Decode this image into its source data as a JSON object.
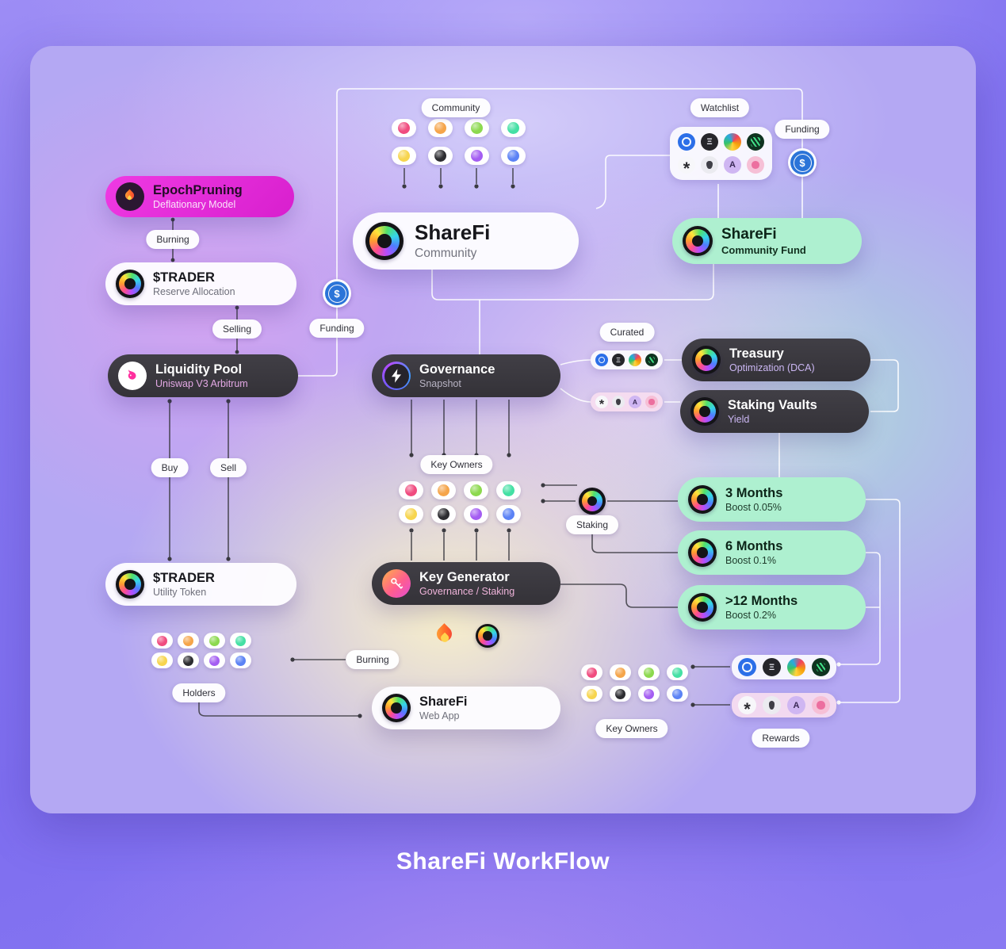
{
  "title": "ShareFi WorkFlow",
  "colors": {
    "background_purple": "#8576f1",
    "panel_lavender": "#b4a8f3",
    "node_dark": "#3b3a40",
    "node_mint": "#aef0d0",
    "node_white": "#fdfcff",
    "node_magenta": "#e72fd7",
    "usdc_blue": "#2b74d8",
    "line_light": "#ffffff",
    "line_dark": "#3a3a40"
  },
  "nodes": {
    "epoch_pruning": {
      "title": "EpochPruning",
      "subtitle": "Deflationary Model"
    },
    "trader_reserve": {
      "title": "$TRADER",
      "subtitle": "Reserve Allocation"
    },
    "liquidity_pool": {
      "title": "Liquidity Pool",
      "subtitle": "Uniswap V3 Arbitrum"
    },
    "trader_utility": {
      "title": "$TRADER",
      "subtitle": "Utility Token"
    },
    "sharefi_community": {
      "title": "ShareFi",
      "subtitle": "Community"
    },
    "community_fund": {
      "title": "ShareFi",
      "subtitle": "Community Fund"
    },
    "governance": {
      "title": "Governance",
      "subtitle": "Snapshot"
    },
    "treasury": {
      "title": "Treasury",
      "subtitle": "Optimization (DCA)"
    },
    "staking_vaults": {
      "title": "Staking Vaults",
      "subtitle": "Yield"
    },
    "months_3": {
      "title": "3 Months",
      "subtitle": "Boost 0.05%"
    },
    "months_6": {
      "title": "6 Months",
      "subtitle": "Boost 0.1%"
    },
    "months_12": {
      "title": ">12 Months",
      "subtitle": "Boost 0.2%"
    },
    "key_generator": {
      "title": "Key Generator",
      "subtitle": "Governance / Staking"
    },
    "web_app": {
      "title": "ShareFi",
      "subtitle": "Web App"
    }
  },
  "labels": {
    "community": "Community",
    "watchlist": "Watchlist",
    "funding_top": "Funding",
    "burning_top": "Burning",
    "selling": "Selling",
    "funding_left": "Funding",
    "curated": "Curated",
    "buy": "Buy",
    "sell": "Sell",
    "key_owners_top": "Key Owners",
    "staking": "Staking",
    "burning_bottom": "Burning",
    "holders": "Holders",
    "key_owners_bottom": "Key Owners",
    "rewards": "Rewards"
  },
  "icons": {
    "usdc_symbol": "$"
  },
  "avatar_colors": {
    "row1": [
      "#f04c7f",
      "#f5a54a",
      "#8cd94e",
      "#44e0a4"
    ],
    "row2": [
      "#f7d54e",
      "#2c2c30",
      "#a45df2",
      "#5b82f5"
    ]
  },
  "token_sets": {
    "row1": [
      {
        "name": "token-blue-ring-icon",
        "kind": "ring",
        "bg": "#2c6fe8"
      },
      {
        "name": "token-eth-dark-icon",
        "kind": "letter",
        "glyph": "Ξ",
        "bg": "#26262b",
        "fg": "#e8e8ef"
      },
      {
        "name": "token-color-pie-icon",
        "kind": "pie",
        "bg": "conic-gradient(from 40deg,#f2415e,#f59e0b,#ffd23b,#35c26a,#2aa9e0,#f2415e)"
      },
      {
        "name": "token-green-stripes-icon",
        "kind": "stripes",
        "bg": "#0f3320"
      }
    ],
    "row2": [
      {
        "name": "token-snowflake-icon",
        "kind": "snow",
        "glyph": "*",
        "bg": "#f7f7fa",
        "fg": "#2c2c31"
      },
      {
        "name": "token-droplet-icon",
        "kind": "drop",
        "bg": "#ebebf0"
      },
      {
        "name": "token-letter-a-icon",
        "kind": "letter",
        "glyph": "A",
        "bg": "#cfb6f2",
        "fg": "#3a2a57"
      },
      {
        "name": "token-pink-dot-icon",
        "kind": "dot",
        "bg": "#f6c0d6"
      }
    ]
  }
}
